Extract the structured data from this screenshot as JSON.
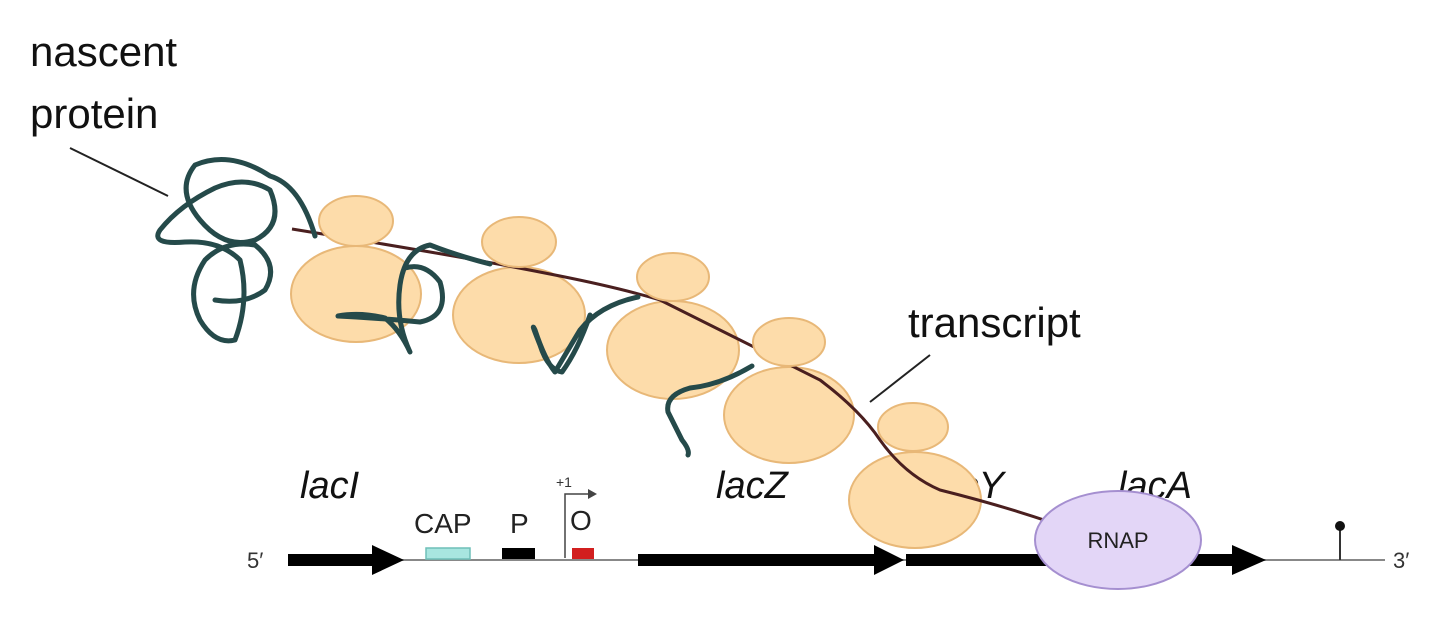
{
  "labels": {
    "nascent_protein_line1": "nascent",
    "nascent_protein_line2": "protein",
    "transcript": "transcript"
  },
  "genes": {
    "lacI": "lacI",
    "lacZ": "lacZ",
    "lacY": "lacY",
    "lacA": "lacA"
  },
  "elements": {
    "cap": "CAP",
    "promoter": "P",
    "operator": "O",
    "tss": "+1"
  },
  "dna_ends": {
    "five_prime": "5′",
    "three_prime": "3′"
  },
  "rnap": "RNAP",
  "colors": {
    "ribosome_fill": "#FDDCAA",
    "ribosome_stroke": "#E8B878",
    "protein": "#254A4A",
    "mrna": "#4A1F1F",
    "dna_arrow": "#000000",
    "cap_site": "#A8E6E0",
    "operator": "#D21F1F",
    "rnap_fill": "#E3D6F7",
    "rnap_stroke": "#A58FD0"
  }
}
